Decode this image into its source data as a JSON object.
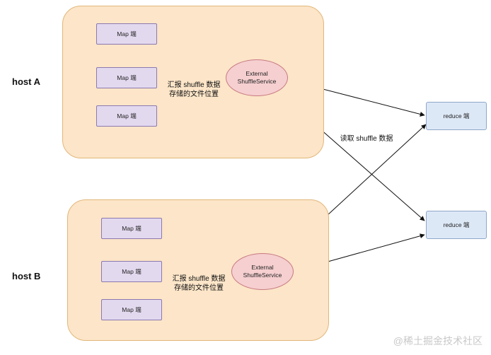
{
  "hosts": [
    {
      "label": "host A",
      "maps": [
        "Map 端",
        "Map 端",
        "Map 端"
      ],
      "service": [
        "External",
        "ShuffleService"
      ],
      "report_label": [
        "汇报 shuffle 数据",
        "存储的文件位置"
      ]
    },
    {
      "label": "host B",
      "maps": [
        "Map 端",
        "Map 端",
        "Map 端"
      ],
      "service": [
        "External",
        "ShuffleService"
      ],
      "report_label": [
        "汇报 shuffle 数据",
        "存储的文件位置"
      ]
    }
  ],
  "reducers": [
    "reduce 端",
    "reduce 端"
  ],
  "read_label": "读取 shuffle 数据",
  "watermark": "@稀土掘金技术社区",
  "colors": {
    "host_fill": "#fce5c8",
    "map_fill": "#e3d9ef",
    "service_fill": "#f6cfd0",
    "reduce_fill": "#dde8f7"
  }
}
